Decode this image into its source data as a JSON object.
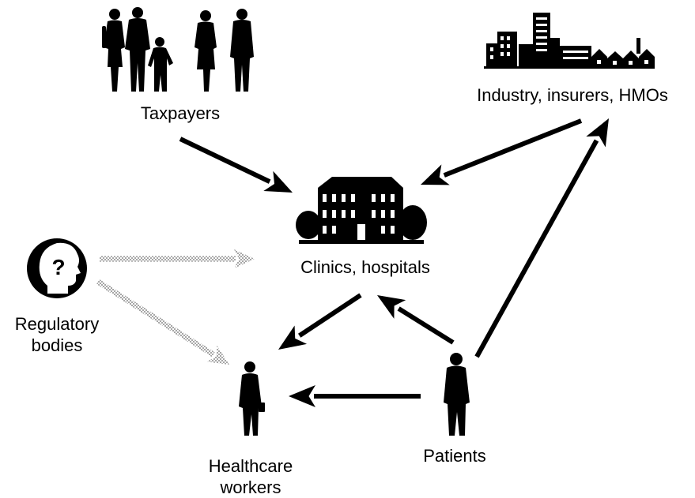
{
  "nodes": {
    "taxpayers": {
      "label": "Taxpayers",
      "icon": "family-silhouette-icon"
    },
    "industry": {
      "label": "Industry, insurers, HMOs",
      "icon": "city-skyline-icon"
    },
    "clinics": {
      "label": "Clinics, hospitals",
      "icon": "hospital-building-icon"
    },
    "regulatory": {
      "label_line1": "Regulatory",
      "label_line2": "bodies",
      "icon": "question-head-icon"
    },
    "healthcare": {
      "label_line1": "Healthcare",
      "label_line2": "workers",
      "icon": "businessman-icon"
    },
    "patients": {
      "label": "Patients",
      "icon": "patient-silhouette-icon"
    }
  },
  "edges": [
    {
      "from": "taxpayers",
      "to": "clinics",
      "style": "solid"
    },
    {
      "from": "industry",
      "to": "clinics",
      "style": "solid"
    },
    {
      "from": "patients",
      "to": "industry",
      "style": "solid"
    },
    {
      "from": "patients",
      "to": "clinics",
      "style": "solid"
    },
    {
      "from": "clinics",
      "to": "healthcare",
      "style": "solid"
    },
    {
      "from": "patients",
      "to": "healthcare",
      "style": "solid"
    },
    {
      "from": "regulatory",
      "to": "clinics",
      "style": "dotted"
    },
    {
      "from": "regulatory",
      "to": "healthcare",
      "style": "dotted"
    }
  ],
  "colors": {
    "ink": "#000000",
    "regulatory_arrow": "#b8b8b8",
    "background": "#ffffff"
  }
}
